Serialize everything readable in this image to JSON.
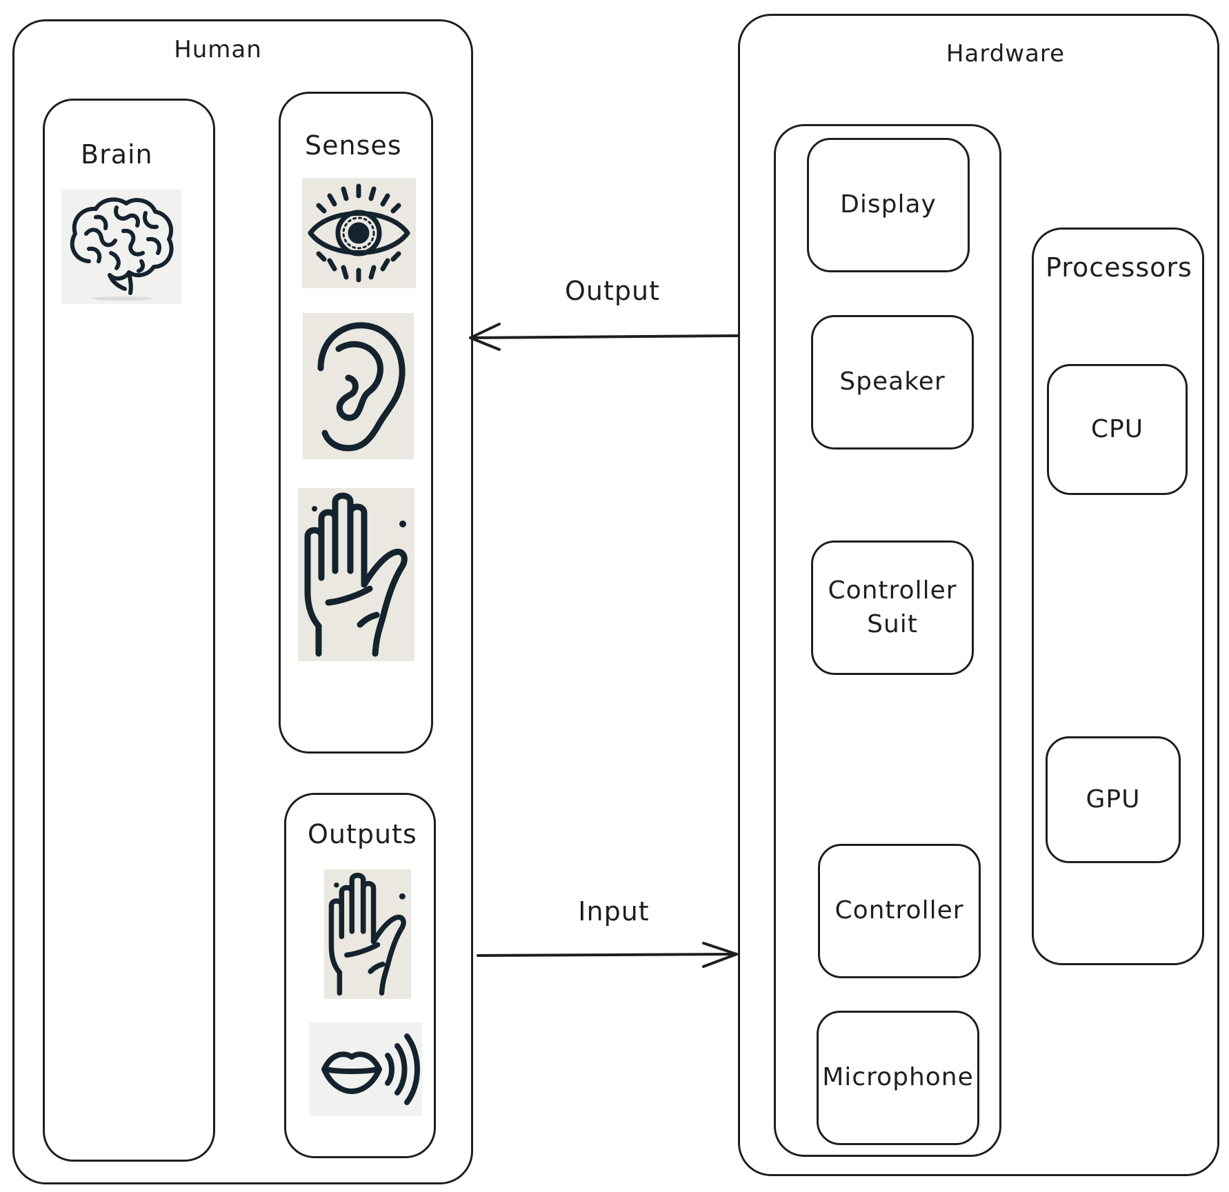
{
  "human": {
    "title": "Human",
    "brain": {
      "title": "Brain",
      "icon": "brain-icon"
    },
    "senses": {
      "title": "Senses",
      "icons": [
        "eye-icon",
        "ear-icon",
        "hand-icon"
      ]
    },
    "outputs": {
      "title": "Outputs",
      "icons": [
        "hand-icon",
        "speaking-lips-icon"
      ]
    }
  },
  "hardware": {
    "title": "Hardware",
    "devices": {
      "display": "Display",
      "speaker": "Speaker",
      "controller_suit": "Controller\nSuit",
      "controller": "Controller",
      "microphone": "Microphone"
    },
    "processors": {
      "title": "Processors",
      "cpu": "CPU",
      "gpu": "GPU"
    }
  },
  "arrows": {
    "output": "Output",
    "input": "Input"
  },
  "colors": {
    "stroke": "#1e1e1e",
    "icon_background": "#ebe8e1",
    "icon_ink": "#14232d"
  }
}
